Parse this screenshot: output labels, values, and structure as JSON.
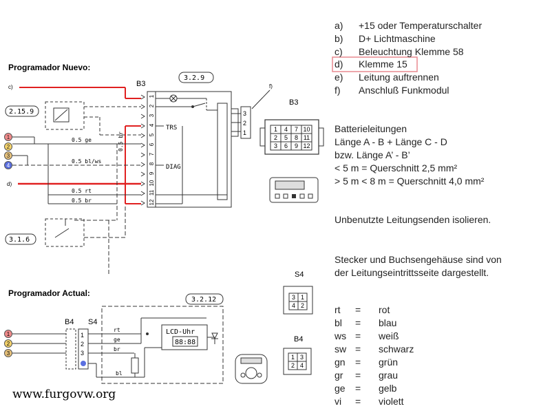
{
  "diagram": {
    "section_nuevo": {
      "title": "Programador Nuevo:",
      "b3_label": "B3",
      "ref_329": "3.2.9",
      "ref_2159": "2.15.9",
      "ref_316": "3.1.6",
      "c_label": "c)",
      "d_label": "d)",
      "f_label": "f)",
      "trs_label": "TRS",
      "diag_label": "DIAG",
      "wires": [
        "0.5 ge",
        "0.5 bl/ws",
        "0.5 rt",
        "0.5 br"
      ],
      "wire_vertical": "0.5 br",
      "pins": [
        "1",
        "2",
        "3",
        "4",
        "5",
        "6",
        "7",
        "8",
        "9",
        "10",
        "11",
        "12"
      ],
      "circle_nums": [
        "1",
        "2",
        "3",
        "4"
      ],
      "small_conn": [
        "3",
        "2",
        "1"
      ]
    },
    "section_actual": {
      "title": "Programador Actual:",
      "b4_label": "B4",
      "s4_label": "S4",
      "ref_3212": "3.2.12",
      "pins_s4": [
        "1",
        "2",
        "3"
      ],
      "wires": [
        "rt",
        "ge",
        "br",
        "bl"
      ],
      "lcd_title": "LCD-Uhr",
      "lcd_digits": "88:88",
      "circle_nums": [
        "1",
        "2",
        "3"
      ]
    },
    "b3_conn": {
      "label": "B3",
      "grid": [
        [
          "1",
          "4",
          "7",
          "10"
        ],
        [
          "2",
          "5",
          "8",
          "11"
        ],
        [
          "3",
          "6",
          "9",
          "12"
        ]
      ]
    },
    "s4_conn": {
      "label": "S4",
      "grid": [
        [
          "3",
          "1"
        ],
        [
          "4",
          "2"
        ]
      ]
    },
    "b4_conn": {
      "label": "B4",
      "grid": [
        [
          "1",
          "3"
        ],
        [
          "2",
          "4"
        ]
      ]
    },
    "watermark": "www.furgovw.org"
  },
  "legend": {
    "items": [
      {
        "key": "a)",
        "text": "+15 oder Temperaturschalter"
      },
      {
        "key": "b)",
        "text": "D+ Lichtmaschine"
      },
      {
        "key": "c)",
        "text": "Beleuchtung Klemme 58"
      },
      {
        "key": "d)",
        "text": "Klemme 15"
      },
      {
        "key": "e)",
        "text": "Leitung auftrennen"
      },
      {
        "key": "f)",
        "text": "Anschluß Funkmodul"
      }
    ],
    "highlight_color": "#e8898f"
  },
  "notes": {
    "battery_title": "Batterieleitungen",
    "battery_line2": "Länge A - B + Länge C - D",
    "battery_line3": "bzw. Länge A’ - B’",
    "battery_line4": "< 5 m = Querschnitt 2,5 mm²",
    "battery_line5": "> 5 m  < 8 m = Querschnitt 4,0 mm²",
    "unused": "Unbenutzte Leitungsenden isolieren.",
    "plug_line1": "Stecker und Buchsengehäuse sind von",
    "plug_line2": "der Leitungseintrittsseite dargestellt."
  },
  "colors": {
    "title": "Farben",
    "items": [
      {
        "code": "rt",
        "eq": "=",
        "name": "rot"
      },
      {
        "code": "bl",
        "eq": "=",
        "name": "blau"
      },
      {
        "code": "ws",
        "eq": "=",
        "name": "weiß"
      },
      {
        "code": "sw",
        "eq": "=",
        "name": "schwarz"
      },
      {
        "code": "gn",
        "eq": "=",
        "name": "grün"
      },
      {
        "code": "gr",
        "eq": "=",
        "name": "grau"
      },
      {
        "code": "ge",
        "eq": "=",
        "name": "gelb"
      },
      {
        "code": "vi",
        "eq": "=",
        "name": "violett"
      }
    ]
  },
  "palette": {
    "red": "#e02020",
    "yellow_circle": "#f5d36a",
    "blue_circle": "#5a6fe0",
    "red_circle": "#f08a8a",
    "tan_circle": "#e8c27a"
  }
}
